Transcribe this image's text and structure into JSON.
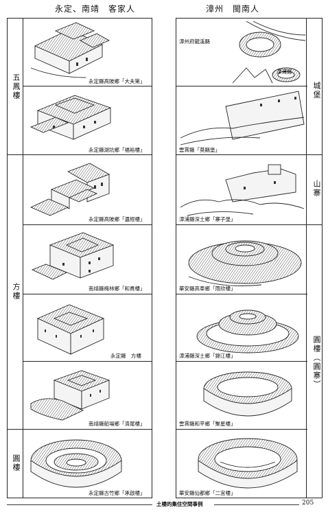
{
  "headers": {
    "left": "永定、南靖　客家人",
    "right": "漳州　閩南人"
  },
  "left_groups": {
    "wufeng": "五鳳樓",
    "fanglou": "方樓",
    "yuanlou": "圓樓"
  },
  "right_groups": {
    "chengbao": "城堡",
    "shanzhai": "山寨",
    "yuanlou_yuanzhai": "圓樓（圓寨）"
  },
  "left_captions": [
    "永定縣高陂鄉「大夫第」",
    "永定縣湖坑鄉「福裕樓」",
    "永定縣高陂鄉「遺經樓」",
    "南靖縣梅林鄉「和貴樓」",
    "永定縣　方樓",
    "南靖縣船場鄉「濟尾樓」",
    "永定縣古竹鄉「承啟樓」"
  ],
  "right_captions": [
    "漳州府龍溪縣",
    "漳浦縣",
    "雲霄縣「莫縣堡」",
    "漳浦縣深土鄉「寨子堡」",
    "華安縣高車鄉「雨欣樓」",
    "漳浦縣深土鄉「錦江樓」",
    "雲霄縣和平鄉「聚星樓」",
    "華安縣仙都鄉「二宜樓」"
  ],
  "footer": {
    "title": "土樓的集住空間事例",
    "page": "205"
  }
}
